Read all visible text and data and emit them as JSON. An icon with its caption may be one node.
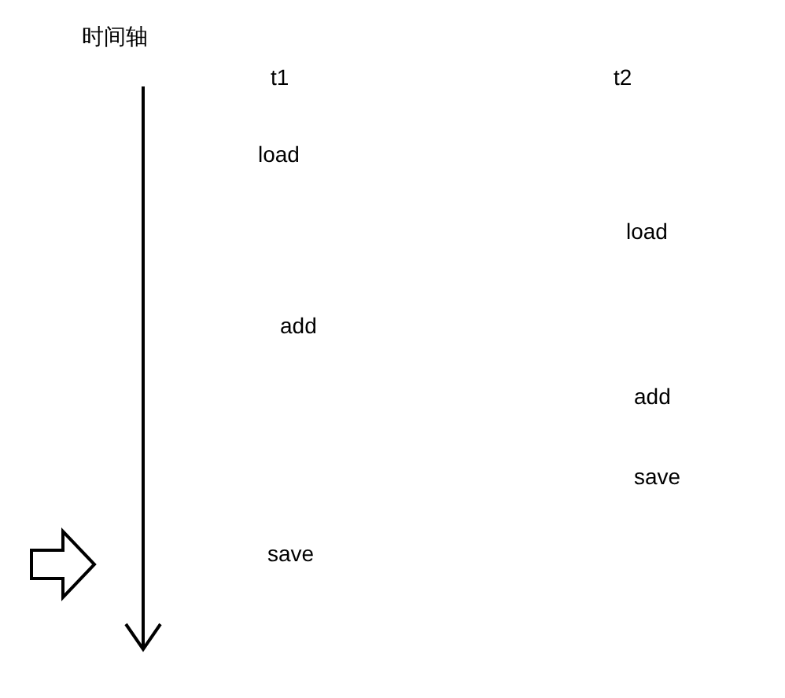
{
  "diagram": {
    "labels": [
      "时间轴",
      "t1",
      "t2",
      "load",
      "load",
      "add",
      "add",
      "save",
      "save"
    ]
  }
}
